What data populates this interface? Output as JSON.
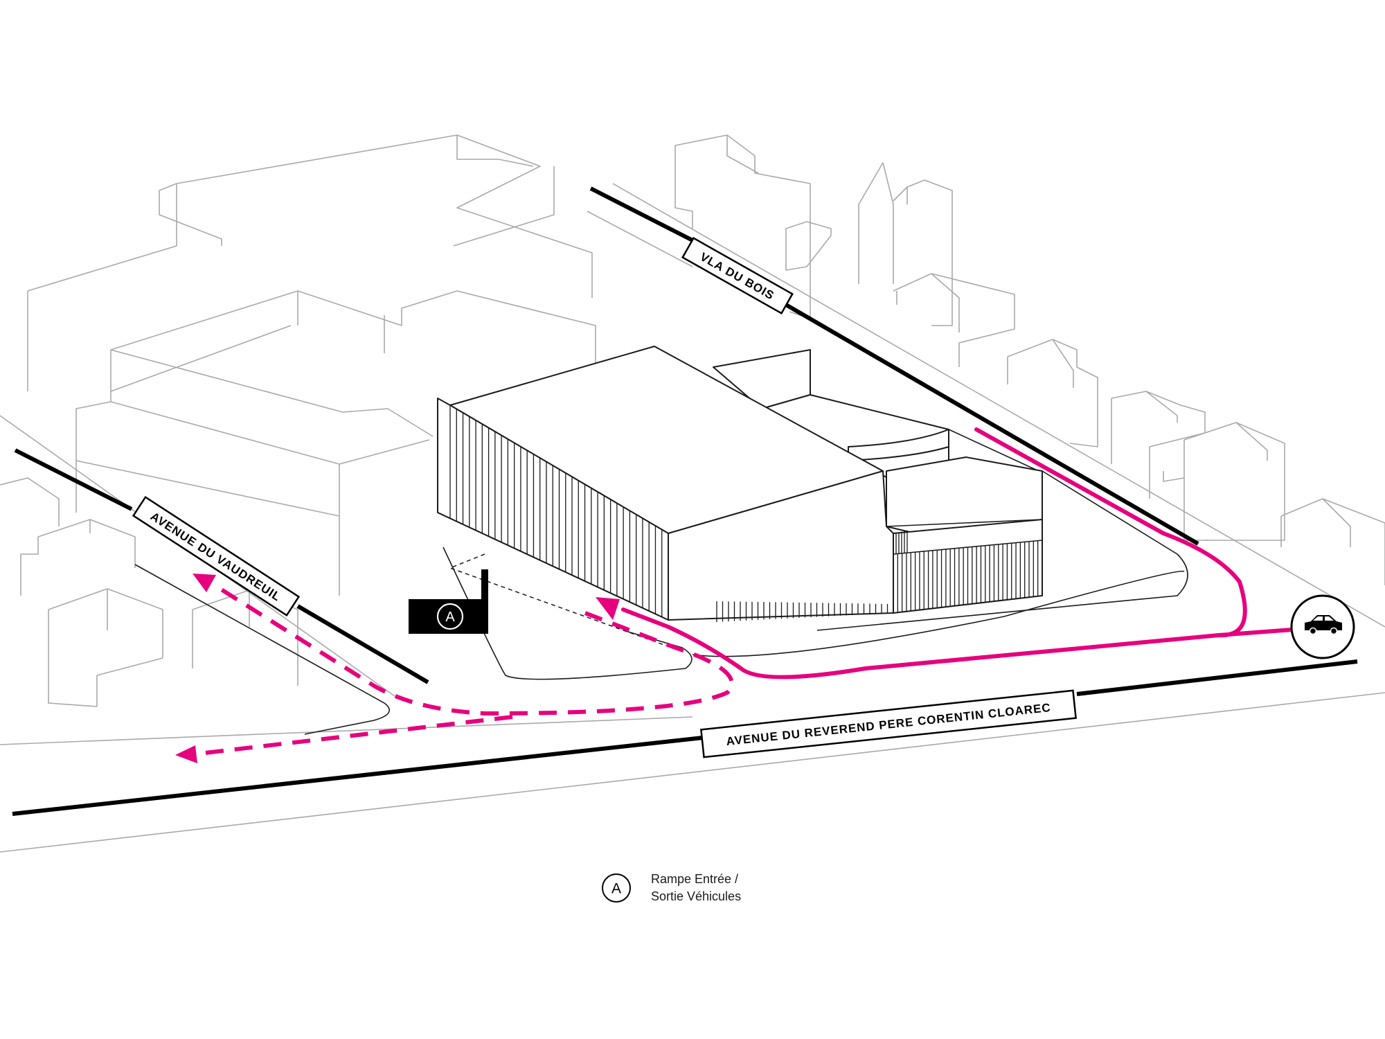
{
  "diagram": {
    "colors": {
      "route": "#e6007e",
      "ink": "#000000",
      "context": "#a9a9a9",
      "background": "#ffffff"
    },
    "streets": {
      "vla_du_bois": "VLA DU BOIS",
      "avenue_vaudreuil": "AVENUE DU  VAUDREUIL",
      "avenue_cloarec": "AVENUE DU REVEREND PERE CORENTIN CLOAREC"
    },
    "ramp_marker": {
      "letter": "A"
    },
    "legend": {
      "letter": "A",
      "line1": "Rampe Entrée /",
      "line2": "Sortie Véhicules"
    },
    "icons": {
      "vehicle": "car-icon",
      "arrow": "arrow-head-icon"
    }
  }
}
